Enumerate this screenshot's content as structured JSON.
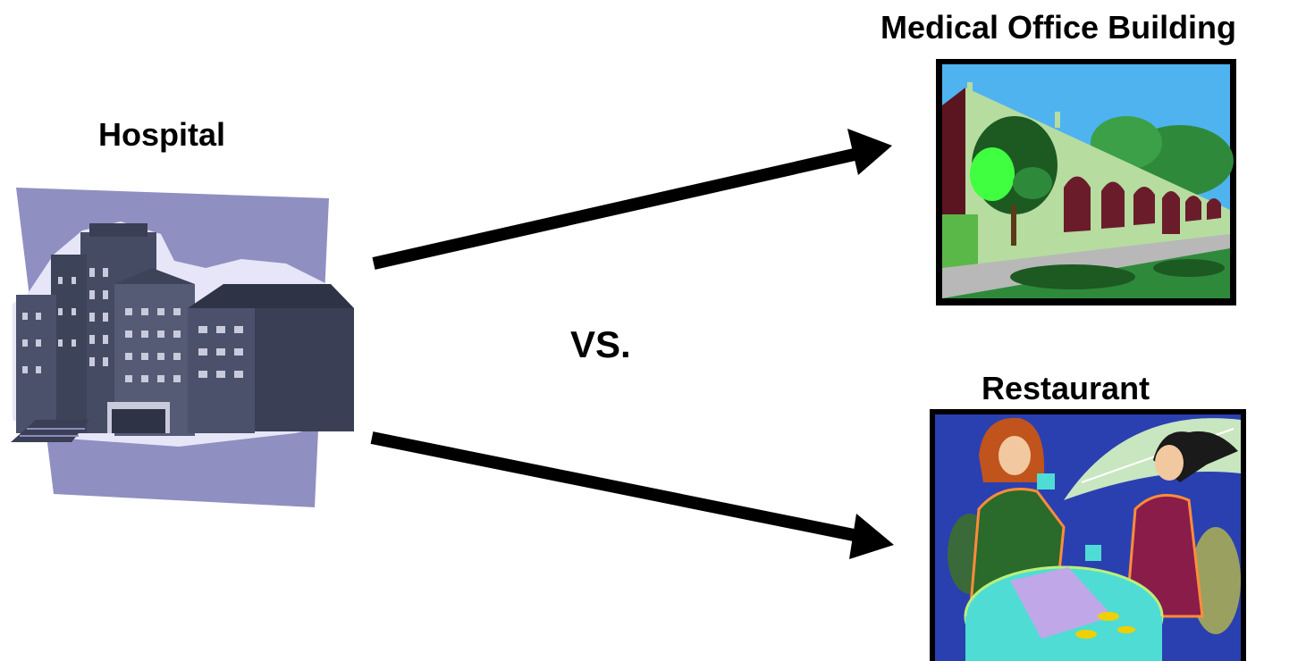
{
  "labels": {
    "hospital": "Hospital",
    "medical_office": "Medical Office Building",
    "restaurant": "Restaurant",
    "vs": "VS."
  },
  "icons": {
    "hospital": "hospital-building-clipart",
    "medical_office": "medical-office-building-clipart",
    "restaurant": "restaurant-cafe-clipart",
    "arrow_up": "arrow-right-up",
    "arrow_down": "arrow-right-down"
  },
  "colors": {
    "hospital_bg": "#8c8cbf",
    "building_dark": "#3d4358",
    "sky": "#4fb3f0",
    "wall": "#b6dca0",
    "brick": "#5a1520",
    "cafe_bg": "#2a40b0",
    "table": "#4fdcd4"
  }
}
